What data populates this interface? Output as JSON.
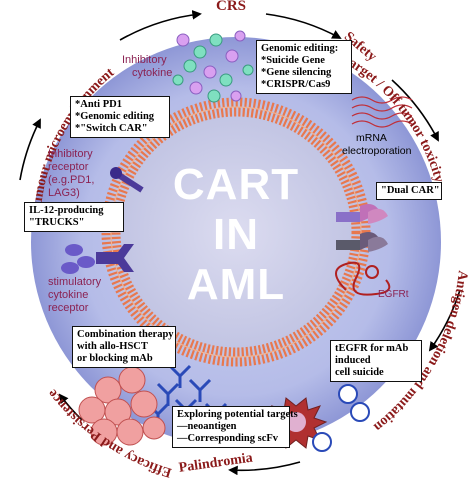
{
  "center_title": [
    "CART",
    "IN",
    "AML"
  ],
  "ring_labels": {
    "top": "CRS",
    "top_right": "Safety",
    "right": "On target / Off tumor toxicity",
    "bottom_right": "Antigen deletion and mutation",
    "bottom": "Palindromia",
    "left": "Efficacy and Persistence",
    "top_left": "tumour microenvironment"
  },
  "boxes": {
    "anti_pd1": [
      "*Anti PD1",
      "*Genomic editing",
      "*\"Switch CAR\""
    ],
    "genomic_editing": [
      "Genomic editing:",
      "*Suicide Gene",
      "*Gene silencing",
      "*CRISPR/Cas9"
    ],
    "dual_car": [
      "\"Dual  CAR\""
    ],
    "trucks": [
      "IL-12-producing",
      "\"TRUCKS\""
    ],
    "combination": [
      "Combination therapy",
      "with allo-HSCT",
      "or blocking mAb"
    ],
    "tegfr": [
      "tEGFR for mAb",
      "induced",
      "cell suicide"
    ],
    "targets": [
      "Exploring potential targets",
      "—neoantigen",
      "—Corresponding scFv"
    ]
  },
  "labels": {
    "inhibitory_cytokine": [
      "Inhibitory",
      "cytokine"
    ],
    "mrna": [
      "mRNA",
      "electroporation"
    ],
    "inhibitory_receptor": [
      "Inhibitory",
      "receptor",
      "(e.g.PD1,",
      "LAG3)"
    ],
    "stimulatory": [
      "stimulatory",
      "cytokine",
      "receptor"
    ],
    "egfrt": "EGFRt"
  },
  "colors": {
    "disc": "#b8bfe8",
    "disc_dark": "#8f97d6",
    "membrane": "#e8784e",
    "cell": "#c5c8e6",
    "ring_text": "#8b1a1a",
    "label_text": "#8b2252",
    "receptor": "#4b3a9a"
  }
}
